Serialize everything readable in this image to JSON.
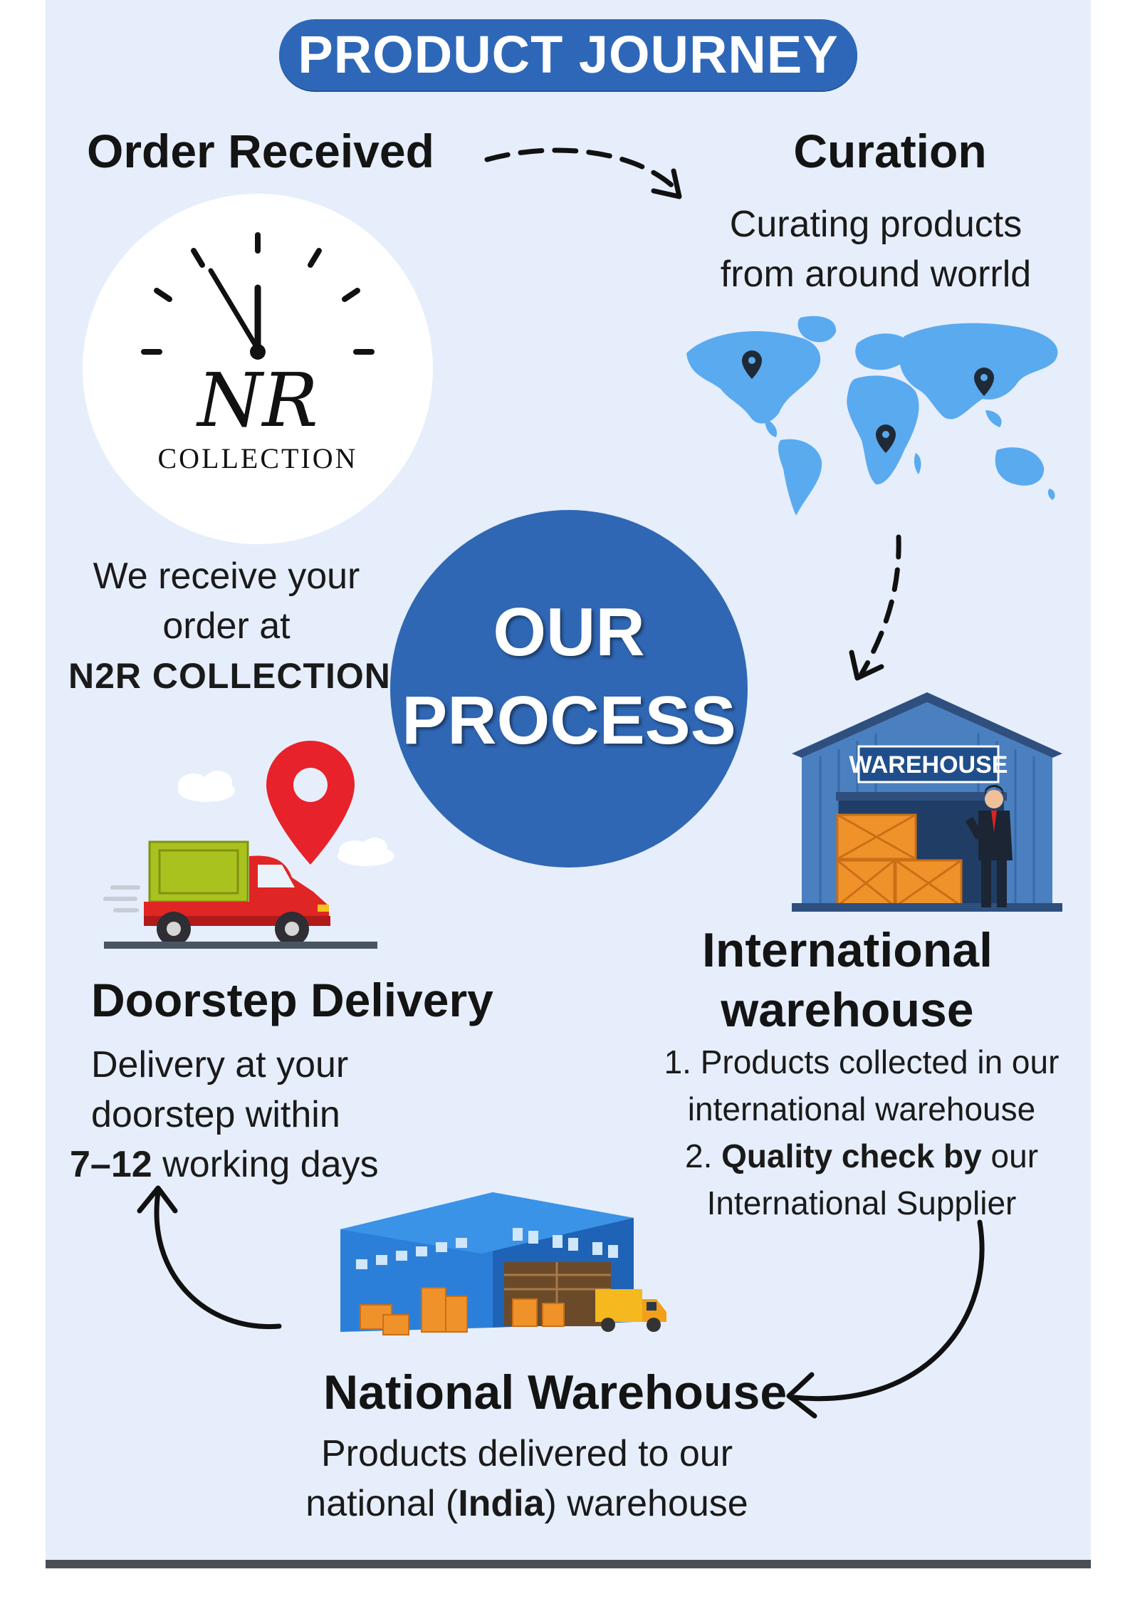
{
  "title": "PRODUCT JOURNEY",
  "center": {
    "line1": "OUR",
    "line2": "PROCESS"
  },
  "order_received": {
    "heading": "Order Received",
    "logo_monogram": "NR",
    "logo_word": "COLLECTION",
    "line1": "We receive your",
    "line2": "order at",
    "line3": "N2R COLLECTION"
  },
  "curation": {
    "heading": "Curation",
    "line1": "Curating products",
    "line2": "from around worrld"
  },
  "international_warehouse": {
    "heading_line1": "International",
    "heading_line2": "warehouse",
    "sign": "WAREHOUSE",
    "item1": "1. Products collected in our",
    "item1_cont": "international warehouse",
    "item2_prefix": "2. ",
    "item2_bold": "Quality check",
    "item2_mid": " by ",
    "item2_rest": "our",
    "item2_cont": "International Supplier"
  },
  "national_warehouse": {
    "heading": "National Warehouse",
    "line1": "Products delivered to our",
    "line2_prefix": "national (",
    "line2_bold": "India",
    "line2_suffix": ") warehouse"
  },
  "doorstep_delivery": {
    "heading": "Doorstep Delivery",
    "line1": "Delivery at your",
    "line2": "doorstep within",
    "line3_bold": "7–12",
    "line3_rest": " working days"
  },
  "colors": {
    "panel_bg": "#e6eefb",
    "accent_blue": "#2f67b8",
    "map_blue": "#5aaaf0",
    "warehouse_blue": "#4a7fc0",
    "crate_orange": "#f0922a",
    "truck_red": "#e02525",
    "truck_green": "#a9c21e",
    "pin_red": "#e8222a"
  },
  "icons": [
    "clock-icon",
    "world-map-icon",
    "map-pin-icon",
    "warehouse-icon",
    "businessman-icon",
    "delivery-truck-icon",
    "location-pin-icon",
    "cloud-icon",
    "distribution-center-icon",
    "dashed-arrow-icon",
    "curved-arrow-icon"
  ]
}
